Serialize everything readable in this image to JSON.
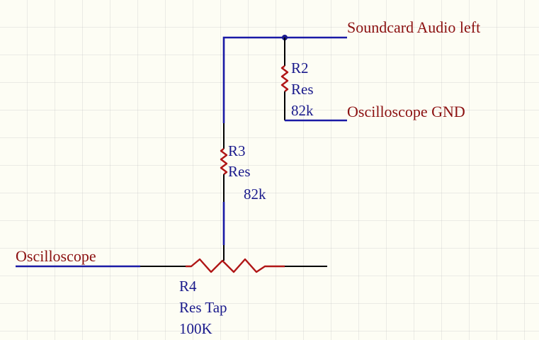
{
  "colors": {
    "wire": "#1a1aa6",
    "net_label": "#8b1010",
    "component_text": "#1a1a8c",
    "resistor_body": "#b01616",
    "pin": "#000000",
    "background": "#fdfdf4"
  },
  "nets": {
    "soundcard_left": "Soundcard Audio left",
    "oscilloscope_gnd": "Oscilloscope GND",
    "oscilloscope": "Oscilloscope"
  },
  "components": {
    "r2": {
      "designator": "R2",
      "type": "Res",
      "value": "82k"
    },
    "r3": {
      "designator": "R3",
      "type": "Res",
      "value": "82k"
    },
    "r4": {
      "designator": "R4",
      "type": "Res Tap",
      "value": "100K"
    }
  }
}
